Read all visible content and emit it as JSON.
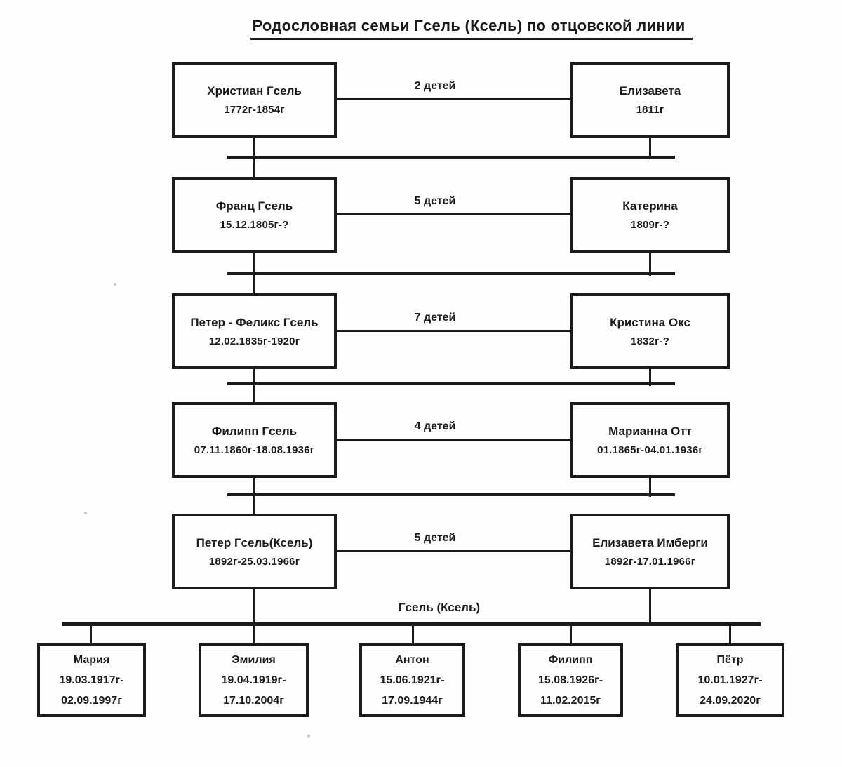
{
  "title": "Родословная семьи Гсель (Ксель) по отцовской линии",
  "family_label": "Гсель (Ксель)",
  "generations": [
    {
      "husband": {
        "name": "Христиан Гсель",
        "dates": "1772г-1854г"
      },
      "children_label": "2 детей",
      "wife": {
        "name": "Елизавета",
        "dates": "1811г"
      }
    },
    {
      "husband": {
        "name": "Франц  Гсель",
        "dates": "15.12.1805г-?"
      },
      "children_label": "5 детей",
      "wife": {
        "name": "Катерина",
        "dates": "1809г-?"
      }
    },
    {
      "husband": {
        "name": "Петер -  Феликс Гсель",
        "dates": "12.02.1835г-1920г"
      },
      "children_label": "7 детей",
      "wife": {
        "name": "Кристина Окс",
        "dates": "1832г-?"
      }
    },
    {
      "husband": {
        "name": "Филипп Гсель",
        "dates": "07.11.1860г-18.08.1936г"
      },
      "children_label": "4 детей",
      "wife": {
        "name": "Марианна Отт",
        "dates": "01.1865г-04.01.1936г"
      }
    },
    {
      "husband": {
        "name": "Петер Гсель(Ксель)",
        "dates": "1892г-25.03.1966г"
      },
      "children_label": "5 детей",
      "wife": {
        "name": "Елизавета Имберги",
        "dates": "1892г-17.01.1966г"
      }
    }
  ],
  "children": [
    {
      "name": "Мария",
      "dates_from": "19.03.1917г-",
      "dates_to": "02.09.1997г"
    },
    {
      "name": "Эмилия",
      "dates_from": "19.04.1919г-",
      "dates_to": "17.10.2004г"
    },
    {
      "name": "Антон",
      "dates_from": "15.06.1921г-",
      "dates_to": "17.09.1944г"
    },
    {
      "name": "Филипп",
      "dates_from": "15.08.1926г-",
      "dates_to": "11.02.2015г"
    },
    {
      "name": "Пётр",
      "dates_from": "10.01.1927г-",
      "dates_to": "24.09.2020г"
    }
  ],
  "colors": {
    "ink": "#1b1b1b",
    "paper": "#fefefe"
  }
}
